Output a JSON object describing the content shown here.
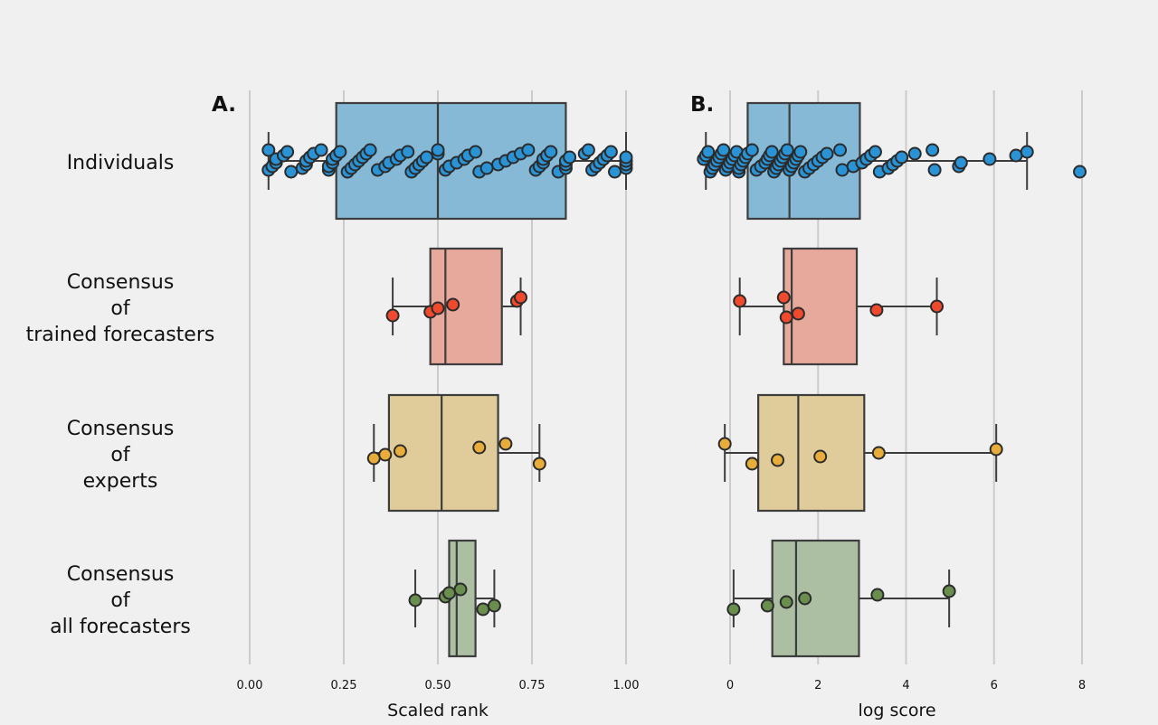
{
  "chart_data": [
    {
      "type": "box",
      "panel_label": "A.",
      "xlabel": "Scaled rank",
      "xlim": [
        0.0,
        1.0
      ],
      "xticks": [
        "0.00",
        "0.25",
        "0.50",
        "0.75",
        "1.00"
      ],
      "grid": "vertical",
      "categories": [
        "Individuals",
        "Consensus\nof\ntrained forecasters",
        "Consensus\nof\nexperts",
        "Consensus\nof\nall forecasters"
      ],
      "colors": {
        "box": [
          "#85b9d6",
          "#e8a99d",
          "#e0cc9b",
          "#acbfa3"
        ],
        "point": [
          "#2a93d5",
          "#ef4a2d",
          "#e8ac3a",
          "#6a8e4e"
        ]
      },
      "boxes": [
        {
          "whislo": 0.05,
          "q1": 0.23,
          "med": 0.5,
          "q3": 0.84,
          "whishi": 1.0
        },
        {
          "whislo": 0.38,
          "q1": 0.48,
          "med": 0.52,
          "q3": 0.67,
          "whishi": 0.72
        },
        {
          "whislo": 0.33,
          "q1": 0.37,
          "med": 0.51,
          "q3": 0.66,
          "whishi": 0.77
        },
        {
          "whislo": 0.44,
          "q1": 0.53,
          "med": 0.55,
          "q3": 0.6,
          "whishi": 0.65
        }
      ],
      "points": [
        [
          0.05,
          0.05,
          0.06,
          0.07,
          0.07,
          0.09,
          0.1,
          0.11,
          0.14,
          0.15,
          0.15,
          0.16,
          0.17,
          0.19,
          0.21,
          0.21,
          0.22,
          0.22,
          0.23,
          0.24,
          0.26,
          0.27,
          0.28,
          0.29,
          0.3,
          0.31,
          0.32,
          0.34,
          0.36,
          0.37,
          0.39,
          0.4,
          0.42,
          0.43,
          0.44,
          0.45,
          0.46,
          0.47,
          0.5,
          0.5,
          0.52,
          0.53,
          0.55,
          0.57,
          0.58,
          0.6,
          0.61,
          0.63,
          0.66,
          0.68,
          0.7,
          0.72,
          0.74,
          0.76,
          0.77,
          0.78,
          0.78,
          0.79,
          0.8,
          0.82,
          0.84,
          0.84,
          0.84,
          0.85,
          0.89,
          0.9,
          0.91,
          0.92,
          0.93,
          0.94,
          0.95,
          0.96,
          0.97,
          1.0,
          1.0,
          1.0,
          1.0
        ],
        [
          0.38,
          0.48,
          0.5,
          0.54,
          0.71,
          0.72
        ],
        [
          0.33,
          0.36,
          0.4,
          0.61,
          0.68,
          0.77
        ],
        [
          0.44,
          0.52,
          0.53,
          0.56,
          0.62,
          0.65
        ]
      ]
    },
    {
      "type": "box",
      "panel_label": "B.",
      "xlabel": "log score",
      "xlim": [
        -0.6,
        8.1
      ],
      "xticks": [
        "0",
        "2",
        "4",
        "6",
        "8"
      ],
      "grid": "vertical",
      "categories": [
        "Individuals",
        "Consensus\nof\ntrained forecasters",
        "Consensus\nof\nexperts",
        "Consensus\nof\nall forecasters"
      ],
      "colors": {
        "box": [
          "#85b9d6",
          "#e8a99d",
          "#e0cc9b",
          "#acbfa3"
        ],
        "point": [
          "#2a93d5",
          "#ef4a2d",
          "#e8ac3a",
          "#6a8e4e"
        ]
      },
      "boxes": [
        {
          "whislo": -0.55,
          "q1": 0.4,
          "med": 1.35,
          "q3": 2.95,
          "whishi": 6.75
        },
        {
          "whislo": 0.22,
          "q1": 1.22,
          "med": 1.4,
          "q3": 2.88,
          "whishi": 4.7
        },
        {
          "whislo": -0.12,
          "q1": 0.64,
          "med": 1.55,
          "q3": 3.05,
          "whishi": 6.05
        },
        {
          "whislo": 0.08,
          "q1": 0.96,
          "med": 1.5,
          "q3": 2.93,
          "whishi": 4.98
        }
      ],
      "points": [
        [
          -0.6,
          -0.55,
          -0.5,
          -0.45,
          -0.4,
          -0.35,
          -0.3,
          -0.25,
          -0.2,
          -0.15,
          -0.1,
          -0.05,
          0.0,
          0.05,
          0.1,
          0.15,
          0.2,
          0.2,
          0.25,
          0.3,
          0.35,
          0.4,
          0.5,
          0.6,
          0.7,
          0.8,
          0.85,
          0.9,
          0.95,
          1.0,
          1.05,
          1.1,
          1.15,
          1.2,
          1.25,
          1.3,
          1.35,
          1.4,
          1.45,
          1.5,
          1.55,
          1.6,
          1.7,
          1.8,
          1.9,
          2.0,
          2.1,
          2.2,
          2.5,
          2.55,
          2.8,
          3.0,
          3.1,
          3.2,
          3.3,
          3.4,
          3.6,
          3.7,
          3.8,
          3.9,
          4.2,
          4.6,
          4.65,
          5.2,
          5.25,
          5.9,
          6.5,
          6.75,
          7.95
        ],
        [
          0.22,
          1.22,
          1.28,
          1.55,
          3.33,
          4.7
        ],
        [
          -0.12,
          0.5,
          1.08,
          2.05,
          3.38,
          6.05
        ],
        [
          0.08,
          0.85,
          1.28,
          1.7,
          3.35,
          4.98
        ]
      ]
    }
  ]
}
